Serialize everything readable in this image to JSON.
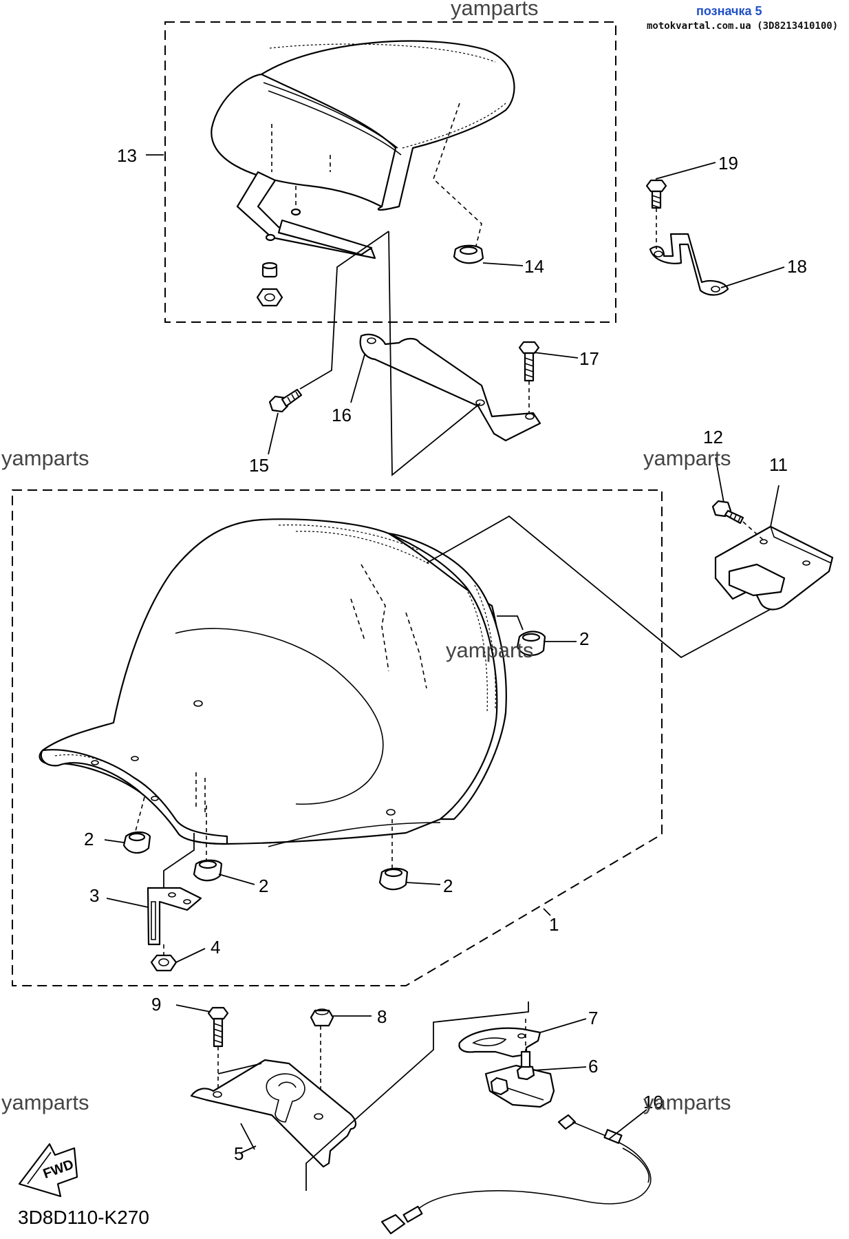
{
  "header": {
    "label": "позначка 5",
    "reference": "motokvartal.com.ua (3D8213410100)"
  },
  "watermarks": [
    "yamparts",
    "yamparts",
    "yamparts",
    "yamparts",
    "yamparts",
    "yamparts"
  ],
  "callouts": [
    "1",
    "2",
    "2",
    "2",
    "2",
    "3",
    "4",
    "5",
    "6",
    "7",
    "8",
    "9",
    "10",
    "11",
    "12",
    "13",
    "14",
    "15",
    "16",
    "17",
    "18",
    "19"
  ],
  "diagram_code": "3D8D110-K270",
  "fwd_arrow_label": "FWD",
  "colors": {
    "header_blue": "#1f4fc8",
    "line": "#000000",
    "watermark": "#444444"
  }
}
